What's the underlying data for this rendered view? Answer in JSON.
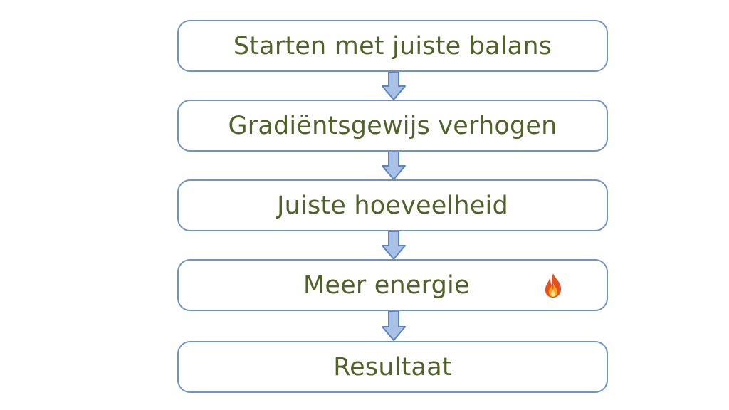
{
  "steps": [
    {
      "label": "Starten met juiste balans"
    },
    {
      "label": "Gradiëntsgewijs verhogen"
    },
    {
      "label": "Juiste hoeveelheid"
    },
    {
      "label": "Meer energie",
      "icon": "fire-icon"
    },
    {
      "label": "Resultaat"
    }
  ],
  "colors": {
    "box_border": "#6d93c9",
    "text": "#4f6228",
    "arrow_fill": "#a9c1e6",
    "arrow_stroke": "#5b83bd"
  }
}
